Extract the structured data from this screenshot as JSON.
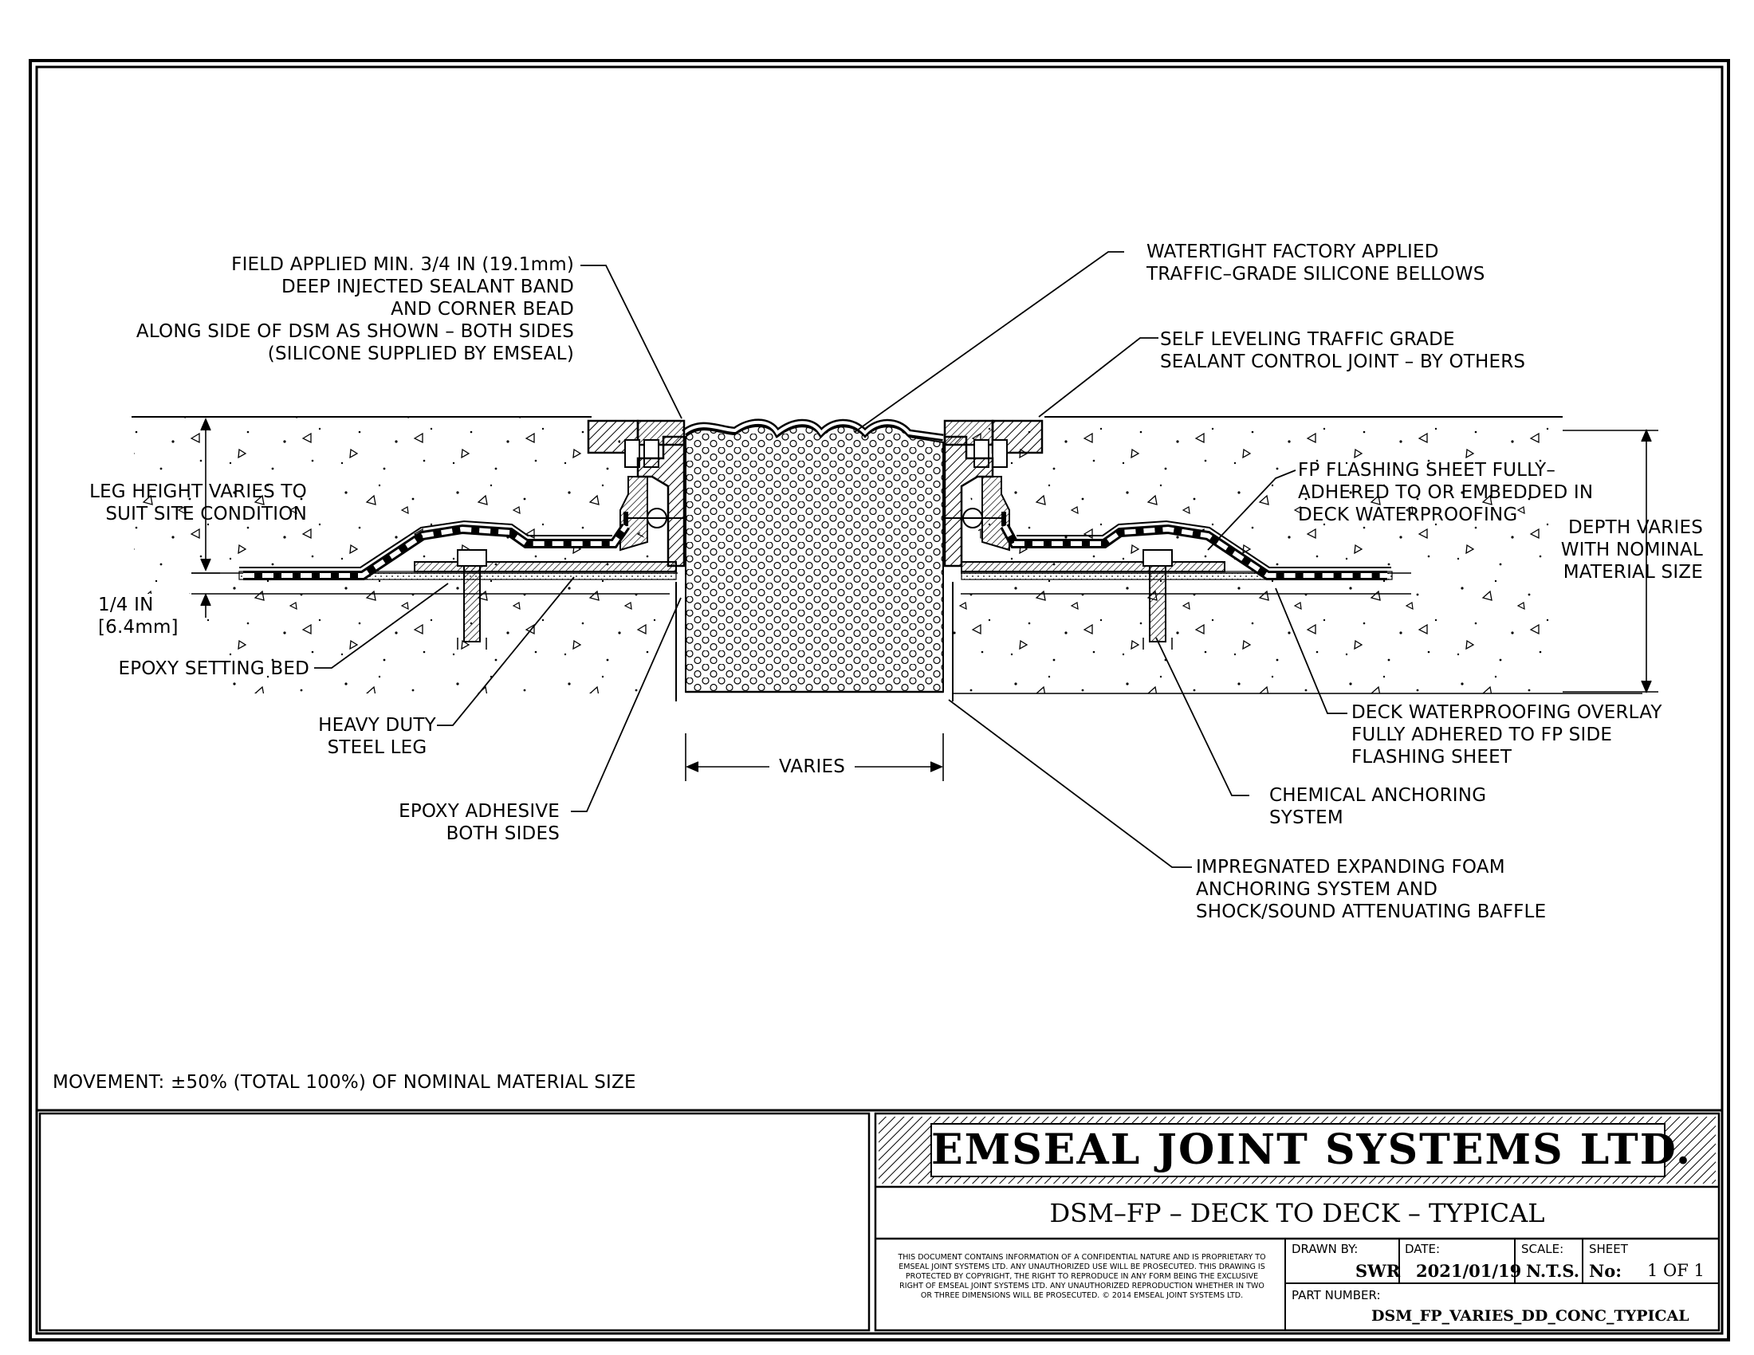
{
  "callouts": {
    "field_applied": [
      "FIELD APPLIED MIN. 3/4 IN (19.1mm)",
      "DEEP INJECTED SEALANT BAND",
      "AND CORNER BEAD",
      "ALONG SIDE OF DSM AS SHOWN – BOTH SIDES",
      "(SILICONE SUPPLIED BY EMSEAL)"
    ],
    "bellows": [
      "WATERTIGHT FACTORY APPLIED",
      "TRAFFIC–GRADE SILICONE BELLOWS"
    ],
    "self_leveling": [
      "SELF LEVELING TRAFFIC GRADE",
      "SEALANT CONTROL JOINT – BY OTHERS"
    ],
    "leg_height": [
      "LEG HEIGHT VARIES TO",
      "SUIT SITE CONDITION"
    ],
    "fp_flashing": [
      "FP FLASHING SHEET FULLY–",
      "ADHERED TO OR EMBEDDED IN",
      "DECK WATERPROOFING"
    ],
    "depth": [
      "DEPTH VARIES",
      "WITH NOMINAL",
      "MATERIAL SIZE"
    ],
    "quarter_in": [
      "1/4 IN",
      "[6.4mm]"
    ],
    "epoxy_bed": [
      "EPOXY SETTING BED"
    ],
    "steel_leg": [
      "HEAVY DUTY",
      "STEEL LEG"
    ],
    "varies": "VARIES",
    "epoxy_adhesive": [
      "EPOXY ADHESIVE",
      "BOTH SIDES"
    ],
    "deck_overlay": [
      "DECK WATERPROOFING OVERLAY",
      "FULLY ADHERED TO FP SIDE",
      "FLASHING SHEET"
    ],
    "chemical": [
      "CHEMICAL ANCHORING",
      "SYSTEM"
    ],
    "foam": [
      "IMPREGNATED EXPANDING FOAM",
      "ANCHORING SYSTEM AND",
      "SHOCK/SOUND ATTENUATING BAFFLE"
    ]
  },
  "movement_note": "MOVEMENT: ±50% (TOTAL 100%) OF NOMINAL MATERIAL SIZE",
  "title_block": {
    "company": "EMSEAL JOINT SYSTEMS LTD.",
    "drawing_title": "DSM–FP – DECK TO DECK – TYPICAL",
    "notice": "THIS DOCUMENT CONTAINS INFORMATION OF A CONFIDENTIAL NATURE AND IS PROPRIETARY TO EMSEAL JOINT SYSTEMS LTD. ANY UNAUTHORIZED USE WILL BE PROSECUTED. THIS DRAWING IS PROTECTED BY COPYRIGHT, THE RIGHT TO REPRODUCE IN ANY FORM BEING THE EXCLUSIVE RIGHT OF EMSEAL JOINT SYSTEMS LTD. ANY UNAUTHORIZED REPRODUCTION WHETHER IN TWO OR THREE DIMENSIONS WILL BE PROSECUTED. © 2014 EMSEAL JOINT SYSTEMS LTD.",
    "drawn_by_label": "DRAWN BY:",
    "drawn_by": "SWR",
    "date_label": "DATE:",
    "date": "2021/01/19",
    "scale_label": "SCALE:",
    "scale": "N.T.S.",
    "sheet_label": "SHEET",
    "sheet_no_label": "No:",
    "sheet_value": "1 OF 1",
    "part_label": "PART NUMBER:",
    "part_number": "DSM_FP_VARIES_DD_CONC_TYPICAL"
  }
}
